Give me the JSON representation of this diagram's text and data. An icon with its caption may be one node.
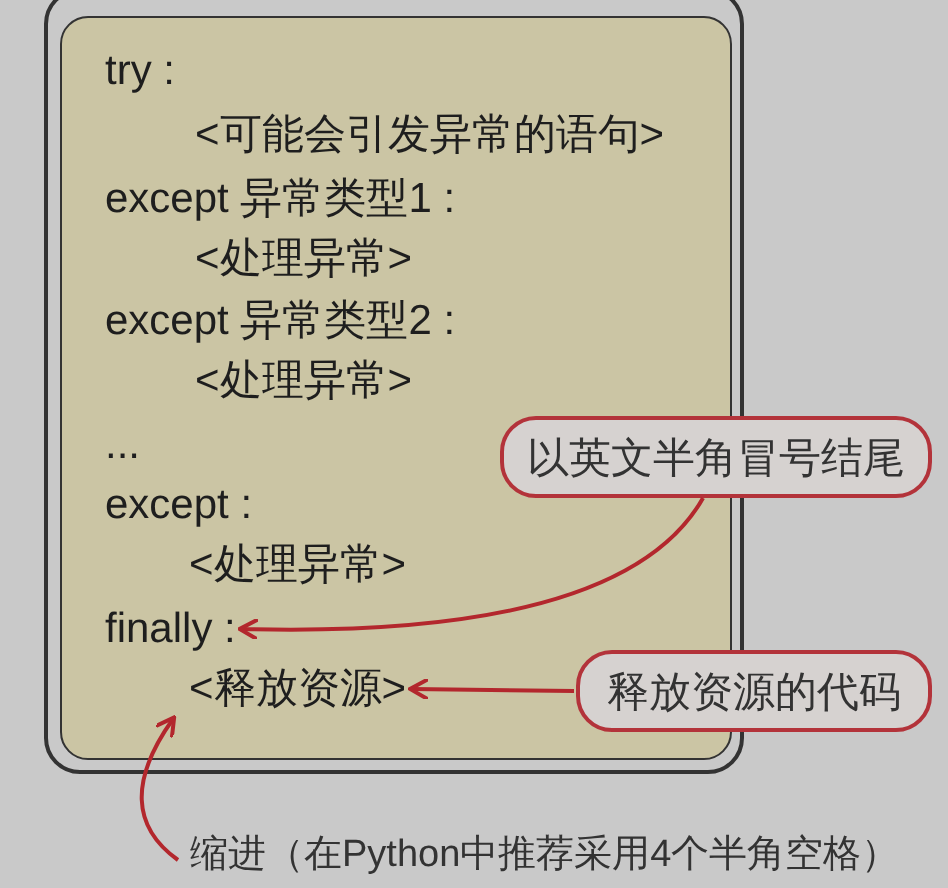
{
  "diagram": {
    "nodes": [
      {
        "text": [],
        "shape": "box"
      },
      {
        "text": [
          "try :"
        ],
        "in": 0
      },
      {
        "text": [
          "<可能会引发异常的语句>"
        ],
        "in": 0
      },
      {
        "text": [
          "except 异常类型1 :"
        ],
        "in": 0
      },
      {
        "text": [
          "<处理异常>"
        ],
        "in": 0
      },
      {
        "text": [
          "except 异常类型2 :"
        ],
        "in": 0
      },
      {
        "text": [
          "<处理异常>"
        ],
        "in": 0
      },
      {
        "text": [
          "..."
        ],
        "in": 0
      },
      {
        "text": [
          "except :"
        ],
        "in": 0
      },
      {
        "text": [
          "<处理异常>"
        ],
        "in": 0
      },
      {
        "text": [
          "finally :"
        ],
        "in": 0
      },
      {
        "text": [
          "<释放资源>"
        ],
        "in": 0
      },
      {
        "text": [
          "以英文半角冒号结尾"
        ]
      },
      {
        "text": [
          "释放资源的代码"
        ]
      },
      {
        "text": [
          "缩进（在Python中推荐采用4个半角空格）"
        ]
      }
    ],
    "edges": [
      {
        "from": 12,
        "to": 10,
        "arrow": "to"
      },
      {
        "from": 13,
        "to": 11,
        "arrow": "to"
      },
      {
        "from": 14,
        "to": 11,
        "arrow": "to"
      }
    ]
  }
}
